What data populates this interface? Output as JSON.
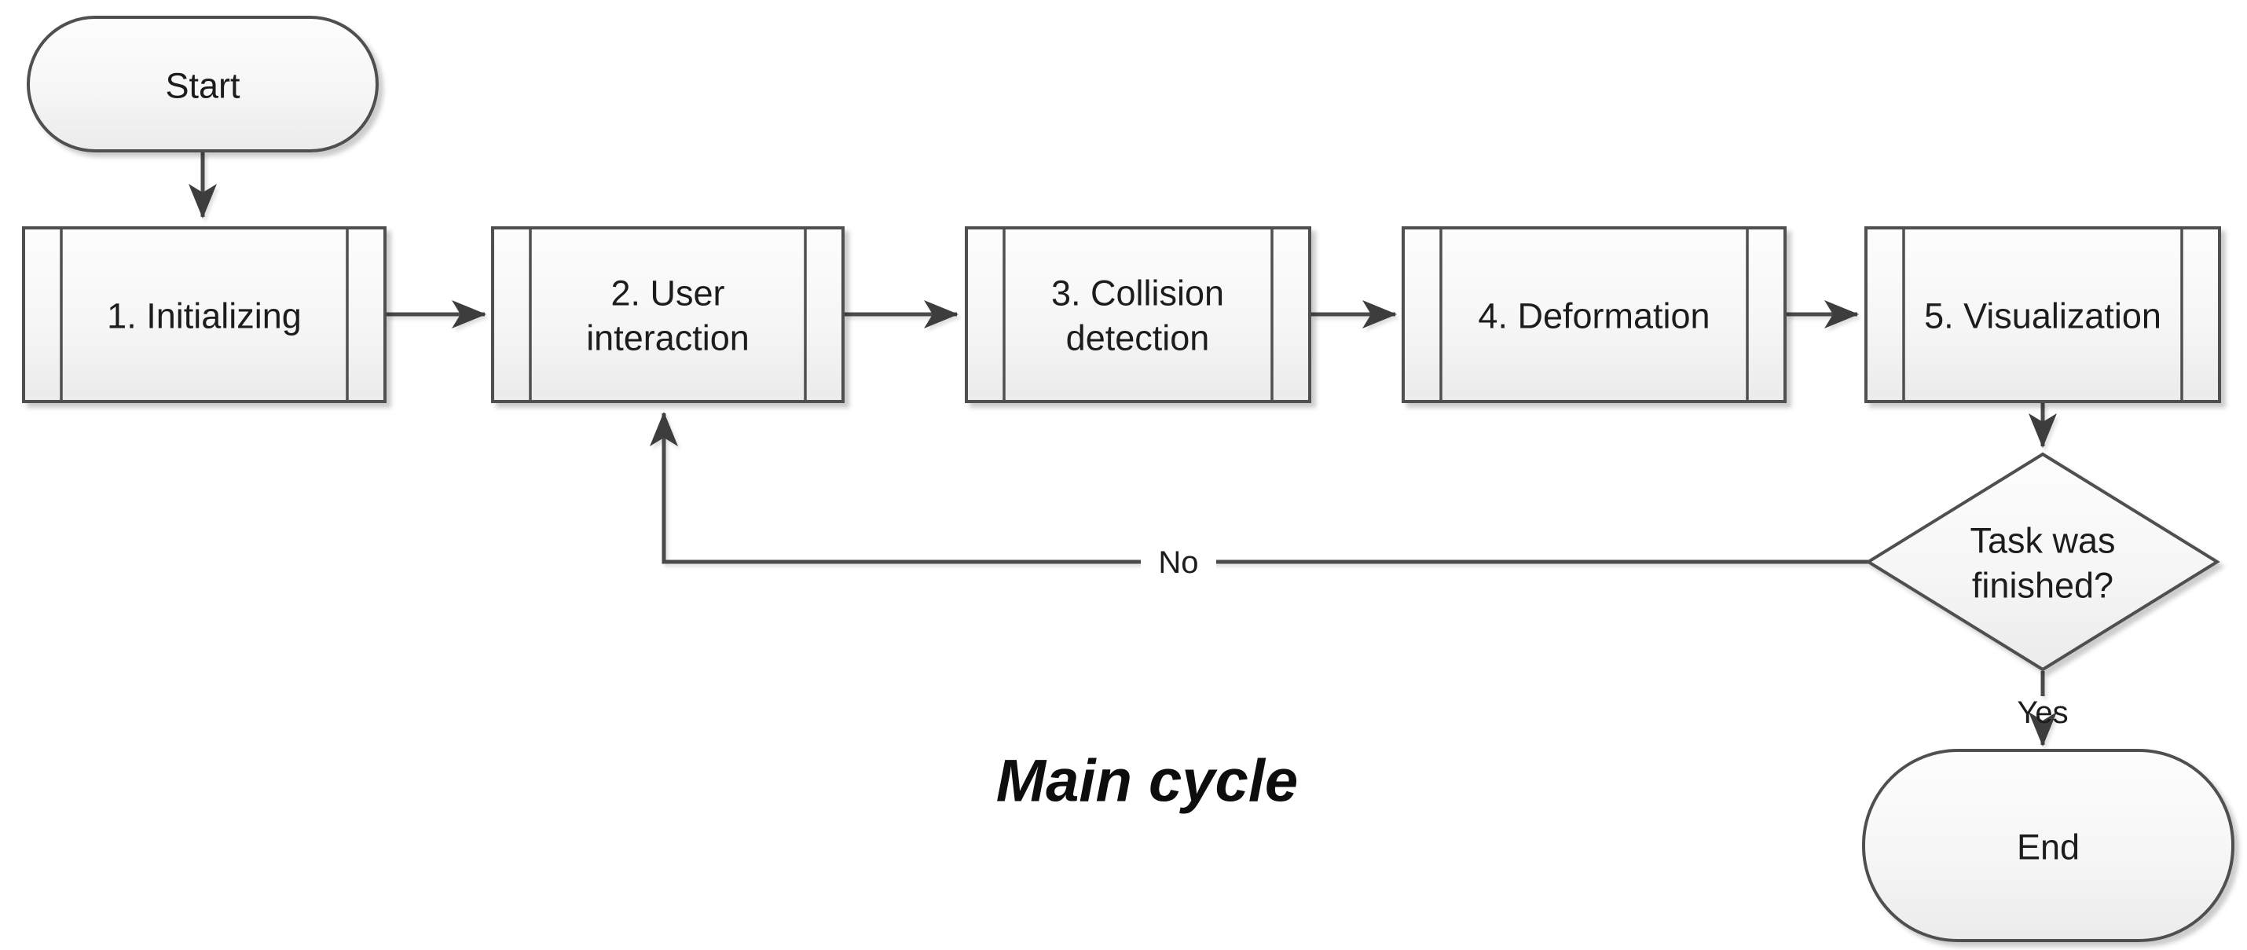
{
  "diagram": {
    "caption": "Main cycle",
    "nodes": {
      "start": {
        "shape": "terminator",
        "label": "Start"
      },
      "step1": {
        "shape": "predefined-process",
        "label": "1. Initializing"
      },
      "step2": {
        "shape": "predefined-process",
        "label_line1": "2. User",
        "label_line2": "interaction"
      },
      "step3": {
        "shape": "predefined-process",
        "label_line1": "3. Collision",
        "label_line2": "detection"
      },
      "step4": {
        "shape": "predefined-process",
        "label": "4. Deformation"
      },
      "step5": {
        "shape": "predefined-process",
        "label": "5. Visualization"
      },
      "decision": {
        "shape": "decision",
        "label_line1": "Task was",
        "label_line2": "finished?"
      },
      "end": {
        "shape": "terminator",
        "label": "End"
      }
    },
    "edge_labels": {
      "no": "No",
      "yes": "Yes"
    },
    "colors": {
      "background": "#ffffff",
      "shape_border": "#4f4f4f",
      "connector": "#4a4a4a",
      "shape_fill_top": "#fdfdfd",
      "shape_fill_bottom": "#ebebeb",
      "text": "#1c1c1c"
    }
  }
}
